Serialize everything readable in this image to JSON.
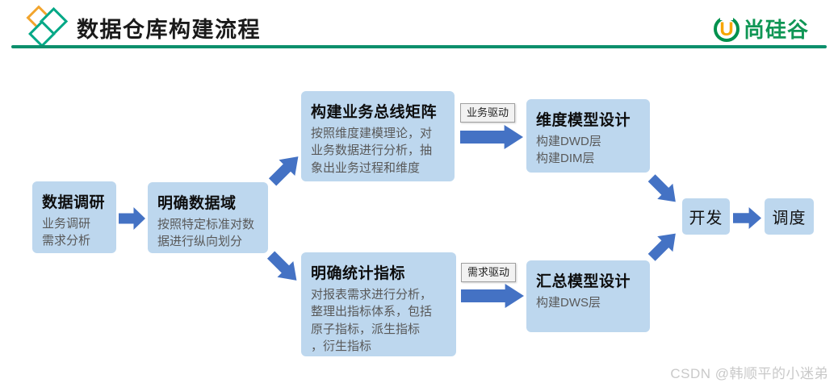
{
  "header": {
    "title": "数据仓库构建流程",
    "brand": "尚硅谷",
    "brand_u": "U"
  },
  "flow": {
    "survey": {
      "title": "数据调研",
      "body": "业务调研\n需求分析"
    },
    "domain": {
      "title": "明确数据域",
      "body": "按照特定标准对数\n据进行纵向划分"
    },
    "matrix": {
      "title": "构建业务总线矩阵",
      "body": "按照维度建模理论，对\n业务数据进行分析，抽\n象出业务过程和维度"
    },
    "dim_model": {
      "title": "维度模型设计",
      "body": "构建DWD层\n构建DIM层"
    },
    "metrics": {
      "title": "明确统计指标",
      "body": "对报表需求进行分析，\n整理出指标体系，包括\n原子指标，派生指标\n，衍生指标"
    },
    "summary_model": {
      "title": "汇总模型设计",
      "body": "构建DWS层"
    },
    "dev": {
      "title": "开发"
    },
    "schedule": {
      "title": "调度"
    },
    "labels": {
      "business_driven": "业务驱动",
      "demand_driven": "需求驱动"
    }
  },
  "watermark": "CSDN @韩顺平的小迷弟",
  "colors": {
    "box_fill": "#bdd7ee",
    "arrow_blue": "#4472c4",
    "divider_green": "#0c8f6c",
    "brand_green": "#0f9655",
    "logo_orange": "#f2a52e",
    "logo_teal": "#00a886",
    "label_fill": "#f2f2f2",
    "body_text": "#595959",
    "watermark_gray": "#c9c9c9"
  }
}
